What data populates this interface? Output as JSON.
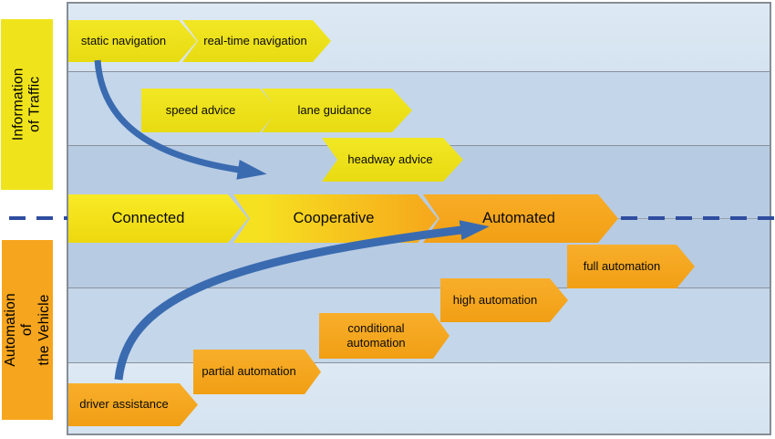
{
  "axes": {
    "traffic_label": "Information of Traffic",
    "vehicle_label": "Automation of\nthe Vehicle"
  },
  "traffic_arrows": [
    {
      "label": "static navigation"
    },
    {
      "label": "real-time navigation"
    },
    {
      "label": "speed advice"
    },
    {
      "label": "lane guidance"
    },
    {
      "label": "headway advice"
    }
  ],
  "timeline_stages": [
    {
      "label": "Connected"
    },
    {
      "label": "Cooperative"
    },
    {
      "label": "Automated"
    }
  ],
  "vehicle_arrows": [
    {
      "label": "full automation"
    },
    {
      "label": "high automation"
    },
    {
      "label": "conditional\nautomation"
    },
    {
      "label": "partial automation"
    },
    {
      "label": "driver assistance"
    }
  ],
  "colors": {
    "traffic_accent": "#efe41c",
    "vehicle_accent": "#f6a51e",
    "flow_arrow_blue": "#3a6bb0",
    "axis_dash_blue": "#2e4d9f"
  }
}
